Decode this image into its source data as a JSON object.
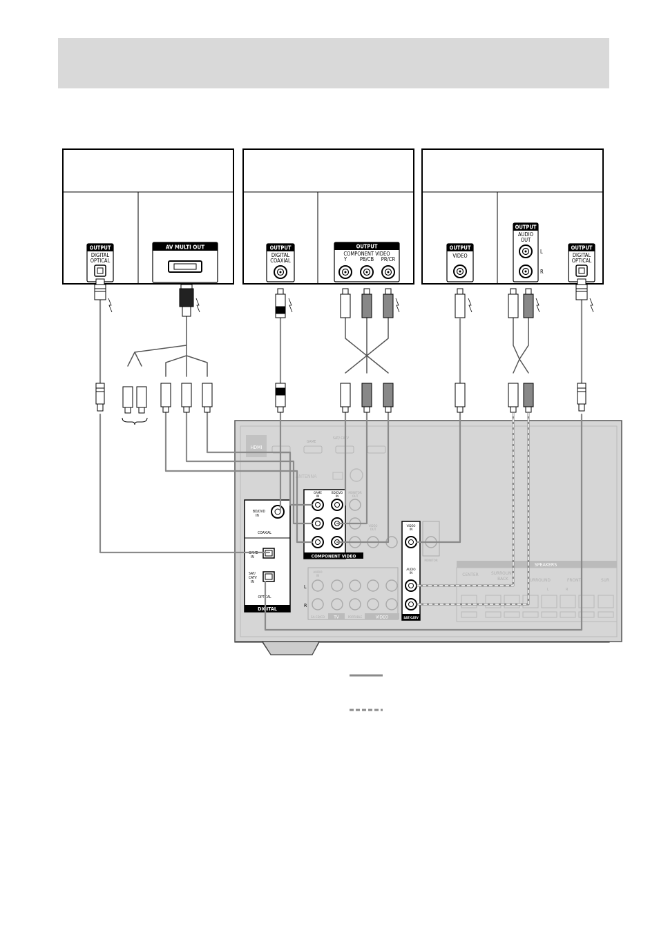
{
  "devices": {
    "game": {
      "optical": {
        "tag": "OUTPUT",
        "lines": [
          "DIGITAL",
          "OPTICAL"
        ]
      },
      "multi": {
        "tag": "AV MULTI OUT"
      }
    },
    "bd": {
      "coax": {
        "tag": "OUTPUT",
        "lines": [
          "DIGITAL",
          "COAXIAL"
        ]
      },
      "component": {
        "tag": "OUTPUT",
        "lines": [
          "COMPONENT VIDEO"
        ],
        "sub": [
          "Y",
          "PB/CB",
          "PR/CR"
        ]
      }
    },
    "sat": {
      "video": {
        "tag": "OUTPUT",
        "lines": [
          "VIDEO"
        ]
      },
      "audio": {
        "tag": "OUTPUT",
        "lines": [
          "AUDIO",
          "OUT"
        ],
        "l": "L",
        "r": "R"
      },
      "optical": {
        "tag": "OUTPUT",
        "lines": [
          "DIGITAL",
          "OPTICAL"
        ]
      }
    }
  },
  "receiver": {
    "hdmi": "HDMI",
    "antenna": "ANTENNA",
    "game": "GAME",
    "satcatv": "SAT/ CATV",
    "digital_label": "DIGITAL",
    "coaxial_label": "COAXIAL",
    "optical_label": "OPTICAL",
    "bd_dvd_in": [
      "BD/DVD",
      "IN"
    ],
    "game_in": [
      "GAME",
      "IN"
    ],
    "sat_in": [
      "SAT/",
      "CATV",
      "IN"
    ],
    "comp_game_in": [
      "GAME",
      "IN"
    ],
    "comp_bd_in": [
      "BD/DVD",
      "IN"
    ],
    "monitor_out": [
      "MONITOR",
      "OUT"
    ],
    "component_video": "COMPONENT VIDEO",
    "video_in": [
      "VIDEO",
      "IN"
    ],
    "audio_in": [
      "AUDIO",
      "IN"
    ],
    "satcatv_tag": "SAT/CATV",
    "video_out": [
      "VIDEO",
      "OUT"
    ],
    "monitor": "MONITOR",
    "speakers": "SPEAKERS",
    "center": "CENTER",
    "surround_back": [
      "SURROUND",
      "BACK"
    ],
    "surround": "SURROUND",
    "front": "FRONT",
    "sur_partial": "SUR",
    "audio_in_short": [
      "AUDIO",
      "IN"
    ],
    "sa_cd": "SA-CD/CD",
    "tv": "TV",
    "portable": "PORTABLE",
    "video_label": "VIDEO",
    "left": "L",
    "right": "R",
    "spk_l": "L",
    "spk_r": "R"
  },
  "colors": {
    "header_band": "#d9d9d9",
    "receiver_fill": "#d6d6d6",
    "cable": "#8a8a8a"
  }
}
